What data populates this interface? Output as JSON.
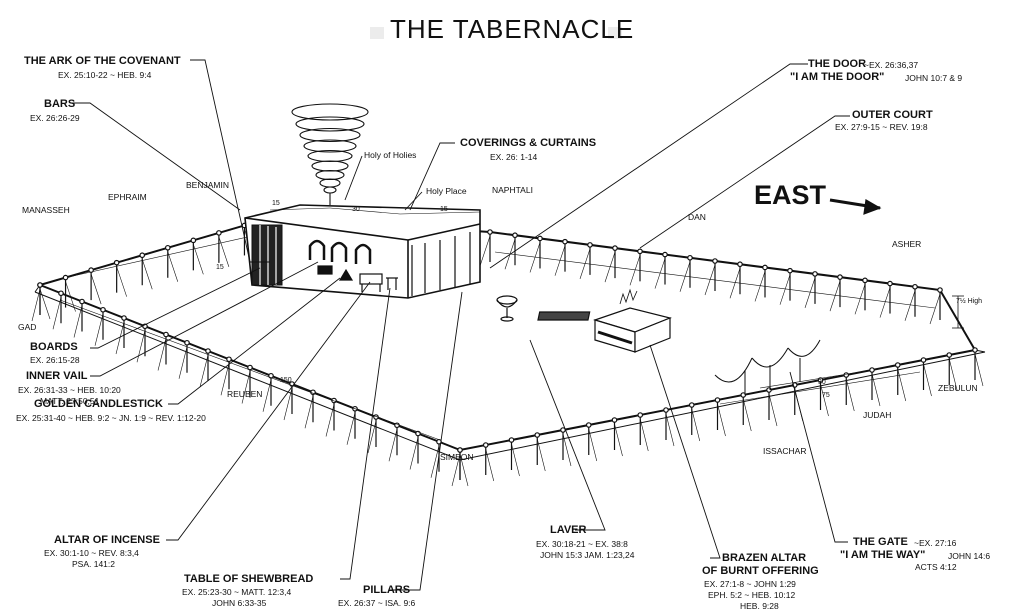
{
  "title": "THE TABERNACLE",
  "east": "EAST",
  "labels": {
    "ark": "THE ARK OF THE COVENANT",
    "ark_ref": "EX. 25:10-22 ~ HEB. 9:4",
    "bars": "BARS",
    "bars_ref": "EX. 26:26-29",
    "coverings": "COVERINGS & CURTAINS",
    "coverings_ref": "EX. 26: 1-14",
    "holy_of_holies": "Holy of Holies",
    "holy_place": "Holy Place",
    "door": "THE DOOR",
    "door_ref1": "~EX. 26:36,37",
    "door_quote": "\"I AM THE DOOR\"",
    "door_ref2": "JOHN 10:7 & 9",
    "outer_court": "OUTER COURT",
    "outer_court_ref": "EX. 27:9-15 ~ REV. 19:8",
    "boards": "BOARDS",
    "boards_ref": "EX. 26:15-28",
    "inner_vail": "INNER VAIL",
    "inner_vail_ref1": "EX. 26:31-33 ~ HEB. 10:20",
    "inner_vail_ref2": "MATT. 27:50,51",
    "candlestick": "GOLDEN CANDLESTICK",
    "candlestick_ref": "EX. 25:31-40 ~ HEB. 9:2 ~ JN. 1:9 ~ REV. 1:12-20",
    "altar_incense": "ALTAR OF INCENSE",
    "altar_incense_ref1": "EX. 30:1-10 ~ REV. 8:3,4",
    "altar_incense_ref2": "PSA. 141:2",
    "shewbread": "TABLE OF SHEWBREAD",
    "shewbread_ref1": "EX. 25:23-30 ~ MATT. 12:3,4",
    "shewbread_ref2": "JOHN 6:33-35",
    "pillars": "PILLARS",
    "pillars_ref": "EX. 26:37 ~ ISA. 9:6",
    "laver": "LAVER",
    "laver_ref1": "EX. 30:18-21 ~ EX. 38:8",
    "laver_ref2": "JOHN 15:3  JAM. 1:23,24",
    "brazen_altar1": "BRAZEN ALTAR",
    "brazen_altar2": "OF BURNT OFFERING",
    "brazen_ref1": "EX. 27:1-8 ~ JOHN 1:29",
    "brazen_ref2": "EPH. 5:2 ~ HEB. 10:12",
    "brazen_ref3": "HEB. 9:28",
    "gate": "THE GATE",
    "gate_ref1": "~EX. 27:16",
    "gate_quote": "\"I AM THE WAY\"",
    "gate_ref2": "JOHN 14:6",
    "gate_ref3": "ACTS 4:12"
  },
  "tribes": {
    "manasseh": "MANASSEH",
    "ephraim": "EPHRAIM",
    "benjamin": "BENJAMIN",
    "naphtali": "NAPHTALI",
    "dan": "DAN",
    "asher": "ASHER",
    "gad": "GAD",
    "reuben": "REUBEN",
    "simeon": "SIMEON",
    "issachar": "ISSACHAR",
    "judah": "JUDAH",
    "zebulun": "ZEBULUN"
  },
  "dimensions": {
    "d15a": "15",
    "d30": "30",
    "d15b": "15",
    "d15c": "15",
    "d150": "150",
    "d30b": "30",
    "d75": "75",
    "height": "7½ High"
  }
}
